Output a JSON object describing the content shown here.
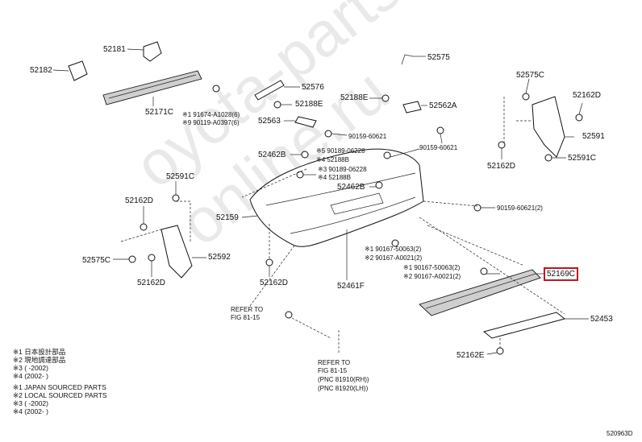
{
  "watermark": "oyota-parts-online.ru",
  "diagram_id": "520963D",
  "labels": {
    "p52181": "52181",
    "p52182": "52182",
    "p52171C": "52171C",
    "n1_91674": "※1 91674-A1028(6)",
    "n9_90119": "※9 90119-A0397(6)",
    "p52576": "52576",
    "p52188E_a": "52188E",
    "p52563": "52563",
    "n90159_a": "90159-60621",
    "p52575": "52575",
    "p52188E_b": "52188E",
    "p52562A": "52562A",
    "n90159_b": "90159-60621",
    "p52575C_a": "52575C",
    "p52162D_a": "52162D",
    "p52591": "52591",
    "p52162D_b": "52162D",
    "p52591C_a": "52591C",
    "p52462B_a": "52462B",
    "n5_90189": "※5 90189-06228",
    "n4_52188B_a": "※4 52188B",
    "n3_90189": "※3 90189-06228",
    "n4_52188B_b": "※4 52188B",
    "p52462B_b": "52462B",
    "p52591C_b": "52591C",
    "p52162D_c": "52162D",
    "p52159": "52159",
    "n90159_c": "90159-60621(2)",
    "p52575C_b": "52575C",
    "p52592": "52592",
    "p52162D_d": "52162D",
    "p52162D_e": "52162D",
    "n1_90167_a": "※1 90167-50063(2)",
    "n2_90167_a": "※2 90167-A0021(2)",
    "p52461F": "52461F",
    "n1_90167_b": "※1 90167-50063(2)",
    "n2_90167_b": "※2 90167-A0021(2)",
    "p52169C": "52169C",
    "p52453": "52453",
    "p52162E": "52162E",
    "refer1_a": "REFER TO",
    "refer1_b": "FIG 81-15",
    "refer2_a": "REFER TO",
    "refer2_b": "FIG 81-15",
    "refer2_c": "(PNC 81910(RH))",
    "refer2_d": "(PNC 81920(LH))"
  },
  "legend": [
    "※1 日本設計部品",
    "※2 現地調達部品",
    "※3 (   -2002)",
    "※4 (2002-   )",
    "※1 JAPAN SOURCED PARTS",
    "※2 LOCAL SOURCED PARTS",
    "※3 (   -2002)",
    "※4 (2002-   )"
  ]
}
